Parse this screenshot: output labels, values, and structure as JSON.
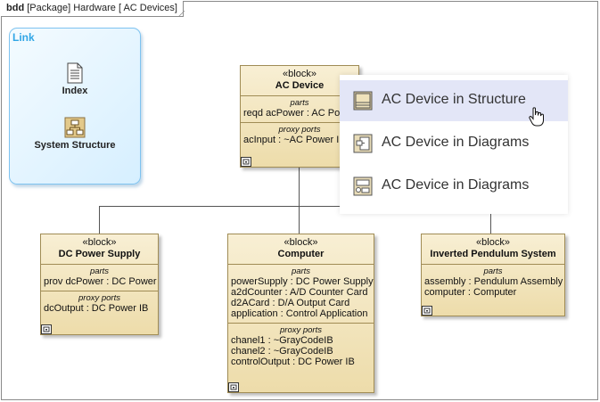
{
  "frame": {
    "kind": "bdd",
    "title": "[Package] Hardware [ AC Devices]"
  },
  "link_panel": {
    "title": "Link",
    "items": [
      {
        "label": "Index",
        "icon": "document-icon"
      },
      {
        "label": "System Structure",
        "icon": "structure-icon"
      }
    ]
  },
  "blocks": {
    "ac_device": {
      "stereotype": "«block»",
      "name": "AC Device",
      "parts_title": "parts",
      "parts": [
        "reqd acPower : AC Power"
      ],
      "ports_title": "proxy ports",
      "ports": [
        "acInput : ~AC Power IB"
      ]
    },
    "dc_power_supply": {
      "stereotype": "«block»",
      "name": "DC Power Supply",
      "parts_title": "parts",
      "parts": [
        "prov dcPower : DC Power"
      ],
      "ports_title": "proxy ports",
      "ports": [
        "dcOutput : DC Power IB"
      ]
    },
    "computer": {
      "stereotype": "«block»",
      "name": "Computer",
      "parts_title": "parts",
      "parts": [
        "powerSupply : DC Power Supply",
        "a2dCounter : A/D Counter Card",
        "d2ACard : D/A Output Card",
        "application : Control Application"
      ],
      "ports_title": "proxy ports",
      "ports": [
        "chanel1 : ~GrayCodeIB",
        "chanel2 : ~GrayCodeIB",
        "controlOutput : DC Power IB"
      ]
    },
    "inverted_pendulum": {
      "stereotype": "«block»",
      "name": "Inverted Pendulum System",
      "parts_title": "parts",
      "parts": [
        "assembly : Pendulum Assembly",
        "computer : Computer"
      ]
    }
  },
  "popup_menu": {
    "items": [
      {
        "label": "AC Device in Structure",
        "icon": "structure-diagram-icon",
        "highlighted": true
      },
      {
        "label": "AC Device in Diagrams",
        "icon": "diagram-icon",
        "highlighted": false
      },
      {
        "label": "AC Device in Diagrams",
        "icon": "diagram-alt-icon",
        "highlighted": false
      }
    ]
  },
  "colors": {
    "block_fill": "#f3e6bf",
    "block_border": "#a08c55",
    "link_border": "#7ec3f0",
    "link_title": "#31a6e6",
    "menu_highlight": "#e3e6f7"
  }
}
